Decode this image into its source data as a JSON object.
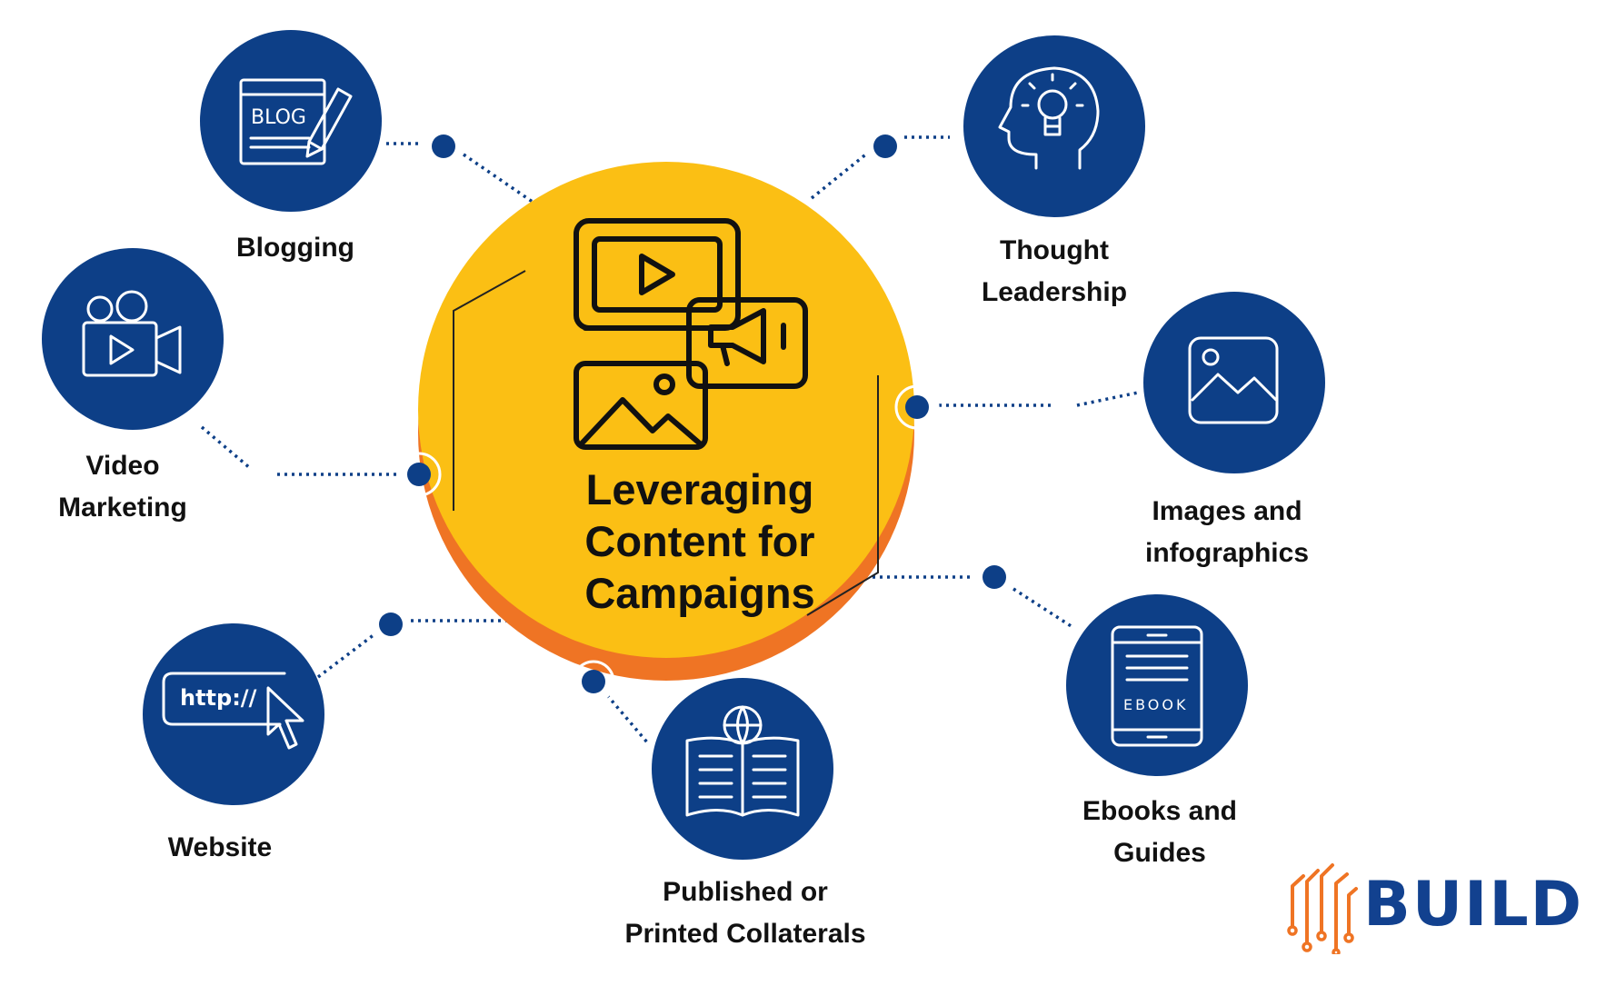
{
  "hub": {
    "title_lines": [
      "Leveraging",
      "Content for",
      "Campaigns"
    ],
    "icon": "media-content-icon"
  },
  "nodes": {
    "blogging": {
      "lines": [
        "Blogging"
      ],
      "icon": "blog-icon",
      "icon_text": "BLOG"
    },
    "video": {
      "lines": [
        "Video",
        "Marketing"
      ],
      "icon": "video-camera-icon"
    },
    "website": {
      "lines": [
        "Website"
      ],
      "icon": "website-cursor-icon",
      "icon_text": "http://"
    },
    "published": {
      "lines": [
        "Published or",
        "Printed Collaterals"
      ],
      "icon": "open-book-icon"
    },
    "thought": {
      "lines": [
        "Thought",
        "Leadership"
      ],
      "icon": "head-lightbulb-icon"
    },
    "images": {
      "lines": [
        "Images and",
        "infographics"
      ],
      "icon": "image-icon"
    },
    "ebooks": {
      "lines": [
        "Ebooks and",
        "Guides"
      ],
      "icon": "ebook-tablet-icon",
      "icon_text": "EBOOK"
    }
  },
  "brand": {
    "name": "BUILD",
    "icon": "circuit-logo-icon"
  },
  "colors": {
    "hub_fill": "#fbbf14",
    "hub_shadow": "#ef7424",
    "node_fill": "#0d3f87",
    "connector": "#0d3f87",
    "brand_orange": "#ef7424",
    "brand_blue": "#12418f"
  }
}
